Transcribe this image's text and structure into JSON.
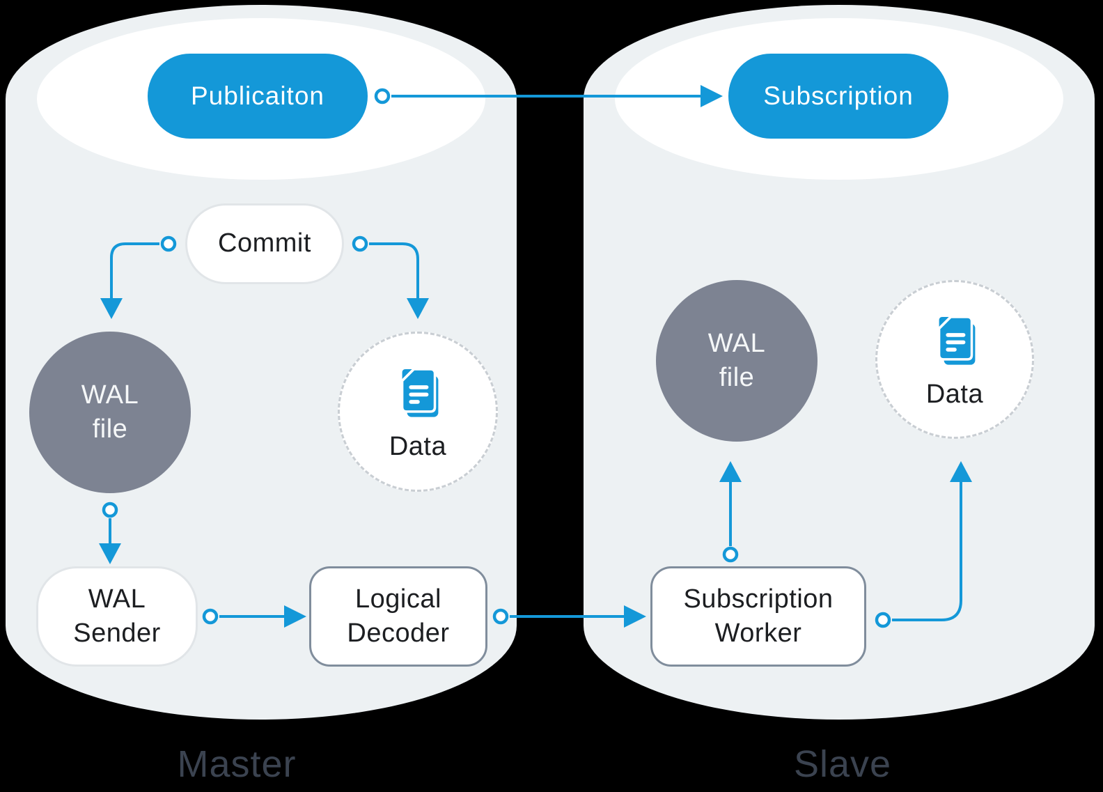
{
  "theme": {
    "accent": "#1498d8",
    "node_gray": "#7d8392",
    "cylinder_fill": "#edf1f3",
    "background": "#000000",
    "border_light": "#e1e5e8",
    "border_slate": "#808d9c",
    "border_dashed": "#c9ced3",
    "text_dark": "#1c1e21",
    "label_slate": "#3b4350"
  },
  "master": {
    "section_label": "Master",
    "publication_label": "Publicaiton",
    "commit_label": "Commit",
    "wal_file_label": "WAL\nfile",
    "data_label": "Data",
    "data_icon": "documents-icon",
    "wal_sender_label": "WAL\nSender",
    "logical_decoder_label": "Logical\nDecoder"
  },
  "slave": {
    "section_label": "Slave",
    "subscription_label": "Subscription",
    "wal_file_label": "WAL\nfile",
    "data_label": "Data",
    "data_icon": "documents-icon",
    "subscription_worker_label": "Subscription\nWorker"
  }
}
